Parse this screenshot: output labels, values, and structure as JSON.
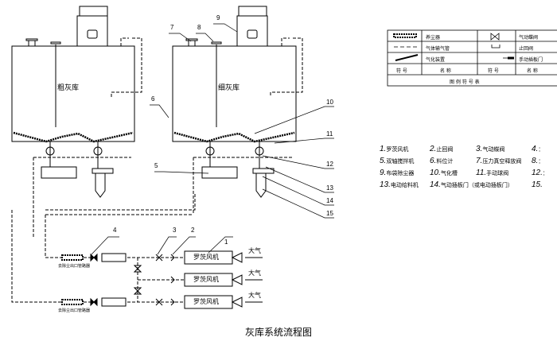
{
  "silos": {
    "coarse": "粗灰库",
    "fine": "细灰库"
  },
  "callouts": [
    "1",
    "2",
    "3",
    "4",
    "5",
    "6",
    "7",
    "8",
    "9",
    "10",
    "11",
    "12",
    "13",
    "14",
    "15"
  ],
  "blower_label": "罗茨风机",
  "atmosphere_label": "大气",
  "outlet_label": "去除尘出口管路器",
  "legend": {
    "rows": [
      {
        "name_left": "养尘器",
        "name_right": "气动蝶阀"
      },
      {
        "name_left": "气体输气管",
        "name_right": "止回阀"
      },
      {
        "name_left": "气化装置",
        "name_right": "手动插板门"
      }
    ],
    "header": {
      "symbol": "符 号",
      "name": "名 称",
      "symbol2": "符 号",
      "name2": "名 称"
    },
    "caption": "图 例 符 号 表"
  },
  "parts_list": [
    {
      "n": "1.",
      "t": "罗茨风机"
    },
    {
      "n": "2.",
      "t": "止回阀"
    },
    {
      "n": "3.",
      "t": "气动蝶阀"
    },
    {
      "n": "4.",
      "t": "："
    },
    {
      "n": "5.",
      "t": "双轴搅拌机"
    },
    {
      "n": "6.",
      "t": "料位计"
    },
    {
      "n": "7.",
      "t": "压力真空释放阀"
    },
    {
      "n": "8.",
      "t": "："
    },
    {
      "n": "9.",
      "t": "布袋除尘器"
    },
    {
      "n": "10.",
      "t": "气化槽"
    },
    {
      "n": "11.",
      "t": "手动球阀"
    },
    {
      "n": "12.",
      "t": "："
    },
    {
      "n": "13.",
      "t": "电动给料机"
    },
    {
      "n": "14.",
      "t": "气动插板门（或电动插板门）"
    },
    {
      "n": "15.",
      "t": ""
    }
  ],
  "title": "灰库系统流程图"
}
